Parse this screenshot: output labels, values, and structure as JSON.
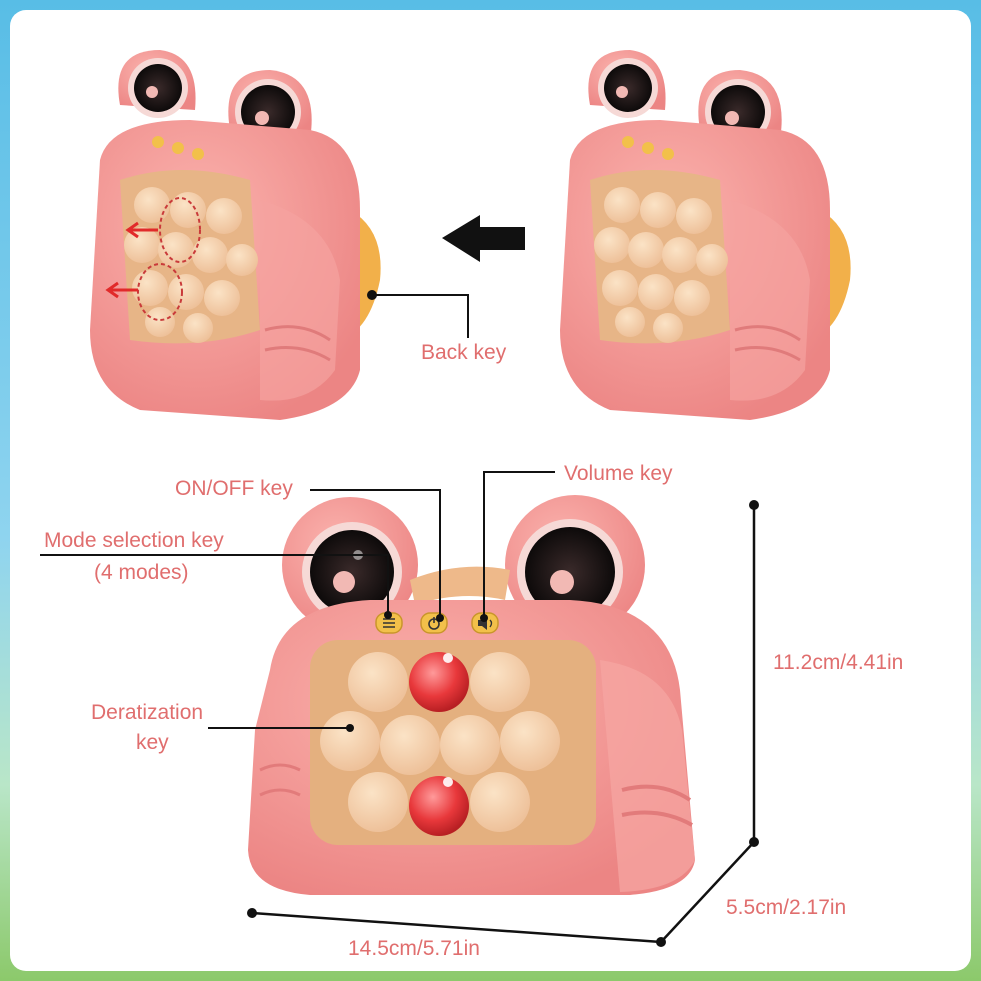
{
  "labels": {
    "back_key": "Back key",
    "on_off_key": "ON/OFF key",
    "volume_key": "Volume key",
    "mode_key_line1": "Mode selection key",
    "mode_key_line2": "(4 modes)",
    "deratization_line1": "Deratization",
    "deratization_line2": "key"
  },
  "dimensions": {
    "height": "11.2cm/4.41in",
    "depth": "5.5cm/2.17in",
    "width": "14.5cm/5.71in"
  },
  "colors": {
    "label_text": "#e06e6e",
    "toy_pink": "#f2908f",
    "bubble": "#f4cfa8",
    "light_red": "#e8383b",
    "button_yellow": "#f2c04a"
  }
}
